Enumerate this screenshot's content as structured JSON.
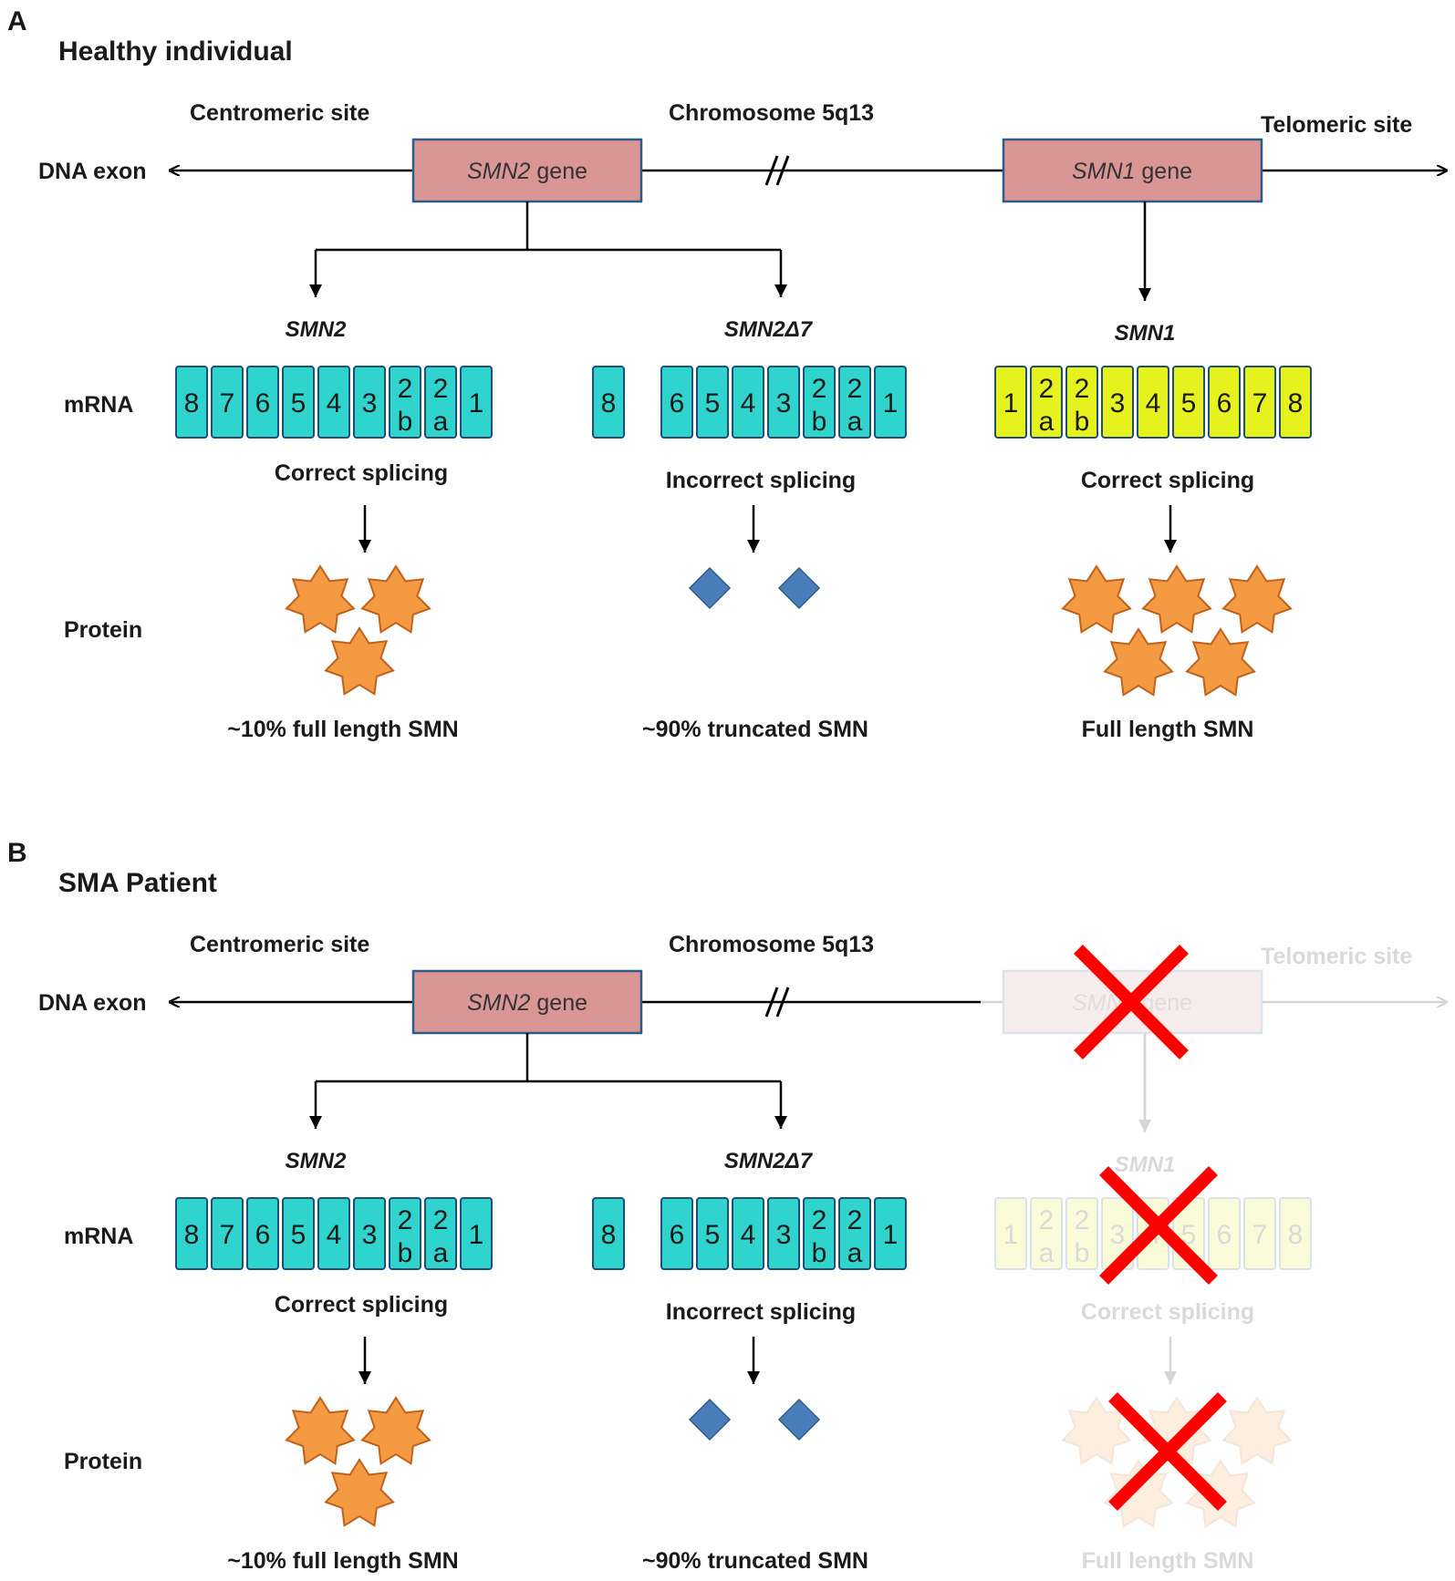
{
  "colors": {
    "gene_box_fill": "#d99694",
    "gene_box_stroke": "#2e5c8a",
    "exon_smn2_fill": "#2fd5cd",
    "exon_smn1_fill": "#e5f21d",
    "exon_stroke": "#1f4e79",
    "protein_star": "#f39a43",
    "protein_star_stroke": "#c0621c",
    "truncated_diamond": "#4a7ebb",
    "deletion_cross": "#ff0000",
    "line": "#000000"
  },
  "panels": [
    {
      "letter": "A",
      "title": "Healthy individual",
      "centromeric_label": "Centromeric  site",
      "chromosome_label": "Chromosome 5q13",
      "telomeric_label": "Telomeric site",
      "dna_label": "DNA exon",
      "smn2_gene": {
        "name": "SMN2",
        "suffix": " gene"
      },
      "smn1_gene": {
        "name": "SMN1",
        "suffix": " gene"
      },
      "smn1_deleted": false,
      "isoforms": {
        "smn2": "SMN2",
        "smn2_delta7": "SMN2Δ7",
        "smn1": "SMN1"
      },
      "mrna_label": "mRNA",
      "protein_label": "Protein",
      "smn2_exons": [
        "8",
        "7",
        "6",
        "5",
        "4",
        "3",
        "2b",
        "2a",
        "1"
      ],
      "smn2_delta7_exons": [
        "8",
        "6",
        "5",
        "4",
        "3",
        "2b",
        "2a",
        "1"
      ],
      "smn1_exons": [
        "1",
        "2a",
        "2b",
        "3",
        "4",
        "5",
        "6",
        "7",
        "8"
      ],
      "splicing": {
        "smn2": "Correct splicing",
        "smn2_delta7": "Incorrect splicing",
        "smn1": "Correct splicing"
      },
      "outcomes": {
        "smn2": "~10% full length SMN",
        "smn2_delta7": "~90% truncated SMN",
        "smn1": "Full length SMN"
      }
    },
    {
      "letter": "B",
      "title": "SMA Patient",
      "centromeric_label": "Centromeric  site",
      "chromosome_label": "Chromosome 5q13",
      "telomeric_label": "Telomeric site",
      "dna_label": "DNA exon",
      "smn2_gene": {
        "name": "SMN2",
        "suffix": " gene"
      },
      "smn1_gene": {
        "name": "SMN1",
        "suffix": " gene"
      },
      "smn1_deleted": true,
      "isoforms": {
        "smn2": "SMN2",
        "smn2_delta7": "SMN2Δ7",
        "smn1": "SMN1"
      },
      "mrna_label": "mRNA",
      "protein_label": "Protein",
      "smn2_exons": [
        "8",
        "7",
        "6",
        "5",
        "4",
        "3",
        "2b",
        "2a",
        "1"
      ],
      "smn2_delta7_exons": [
        "8",
        "6",
        "5",
        "4",
        "3",
        "2b",
        "2a",
        "1"
      ],
      "smn1_exons": [
        "1",
        "2a",
        "2b",
        "3",
        "4",
        "5",
        "6",
        "7",
        "8"
      ],
      "splicing": {
        "smn2": "Correct splicing",
        "smn2_delta7": "Incorrect splicing",
        "smn1": "Correct splicing"
      },
      "outcomes": {
        "smn2": "~10% full length SMN",
        "smn2_delta7": "~90% truncated SMN",
        "smn1": "Full length SMN"
      }
    }
  ]
}
